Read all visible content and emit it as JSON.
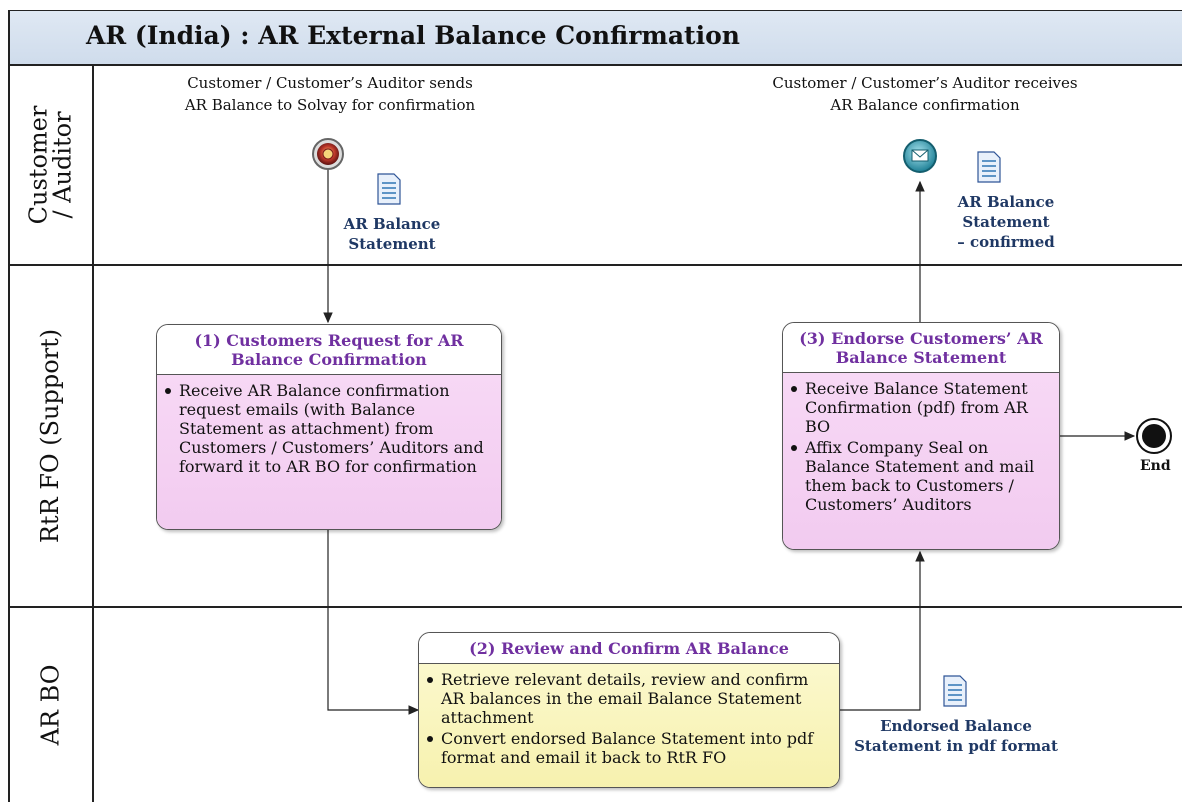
{
  "title": "AR (India) : AR External Balance Confirmation",
  "lanes": [
    {
      "label": "Customer / Auditor"
    },
    {
      "label": "RtR FO (Support)"
    },
    {
      "label": "AR BO"
    }
  ],
  "events": {
    "start_caption": "Customer / Customer’s Auditor sends AR Balance to Solvay for confirmation",
    "start_caption_line1": "Customer / Customer’s Auditor sends",
    "start_caption_line2": "AR Balance to Solvay for confirmation",
    "end_message_caption_line1": "Customer / Customer’s Auditor receives",
    "end_message_caption_line2": "AR Balance confirmation",
    "end_label": "End"
  },
  "documents": {
    "doc1_line1": "AR Balance",
    "doc1_line2": "Statement",
    "doc2_line1": "AR Balance",
    "doc2_line2": "Statement",
    "doc2_line3": "– confirmed",
    "doc3_line1": "Endorsed Balance",
    "doc3_line2": "Statement in pdf format"
  },
  "steps": [
    {
      "title": "(1) Customers Request for AR Balance Confirmation",
      "bullets": [
        "Receive AR Balance confirmation request emails (with Balance Statement as attachment) from Customers / Customers’ Auditors and forward it to AR BO for confirmation"
      ]
    },
    {
      "title": "(2) Review and Confirm AR Balance",
      "bullets": [
        "Retrieve relevant details, review and confirm AR balances in the email Balance Statement attachment",
        "Convert endorsed Balance Statement into pdf format and email it back to RtR FO"
      ]
    },
    {
      "title": "(3) Endorse Customers’ AR Balance Statement",
      "bullets": [
        "Receive Balance Statement Confirmation (pdf)  from AR BO",
        "Affix Company Seal on Balance Statement and mail them back to Customers / Customers’ Auditors"
      ]
    }
  ],
  "colors": {
    "step_title": "#7030a0",
    "doc_label": "#1f3864",
    "pink": "#f0c6ee",
    "yellow": "#f5efa4",
    "title_bar": "#d6e1ee"
  }
}
